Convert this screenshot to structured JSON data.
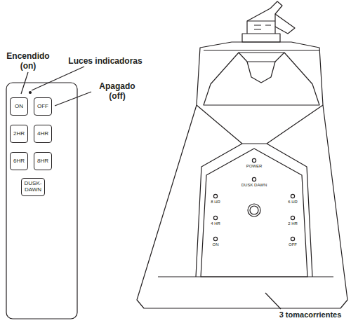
{
  "diagram": {
    "nodes": [
      {
        "text": [
          "ON"
        ]
      },
      {
        "text": [
          "OFF"
        ]
      },
      {
        "text": [
          "2HR"
        ]
      },
      {
        "text": [
          "4HR"
        ]
      },
      {
        "text": [
          "6HR"
        ]
      },
      {
        "text": [
          "8HR"
        ]
      },
      {
        "text": [
          "DUSK- DAWN"
        ]
      }
    ],
    "labels": [
      "Encendido (on)",
      "Luces indicadoras",
      "Apagado (off)",
      "POWER",
      "DUSK DAWN",
      "8 HR",
      "6 HR",
      "4 HR",
      "2 HR",
      "ON",
      "OFF",
      "3 tomacorrientes"
    ]
  }
}
